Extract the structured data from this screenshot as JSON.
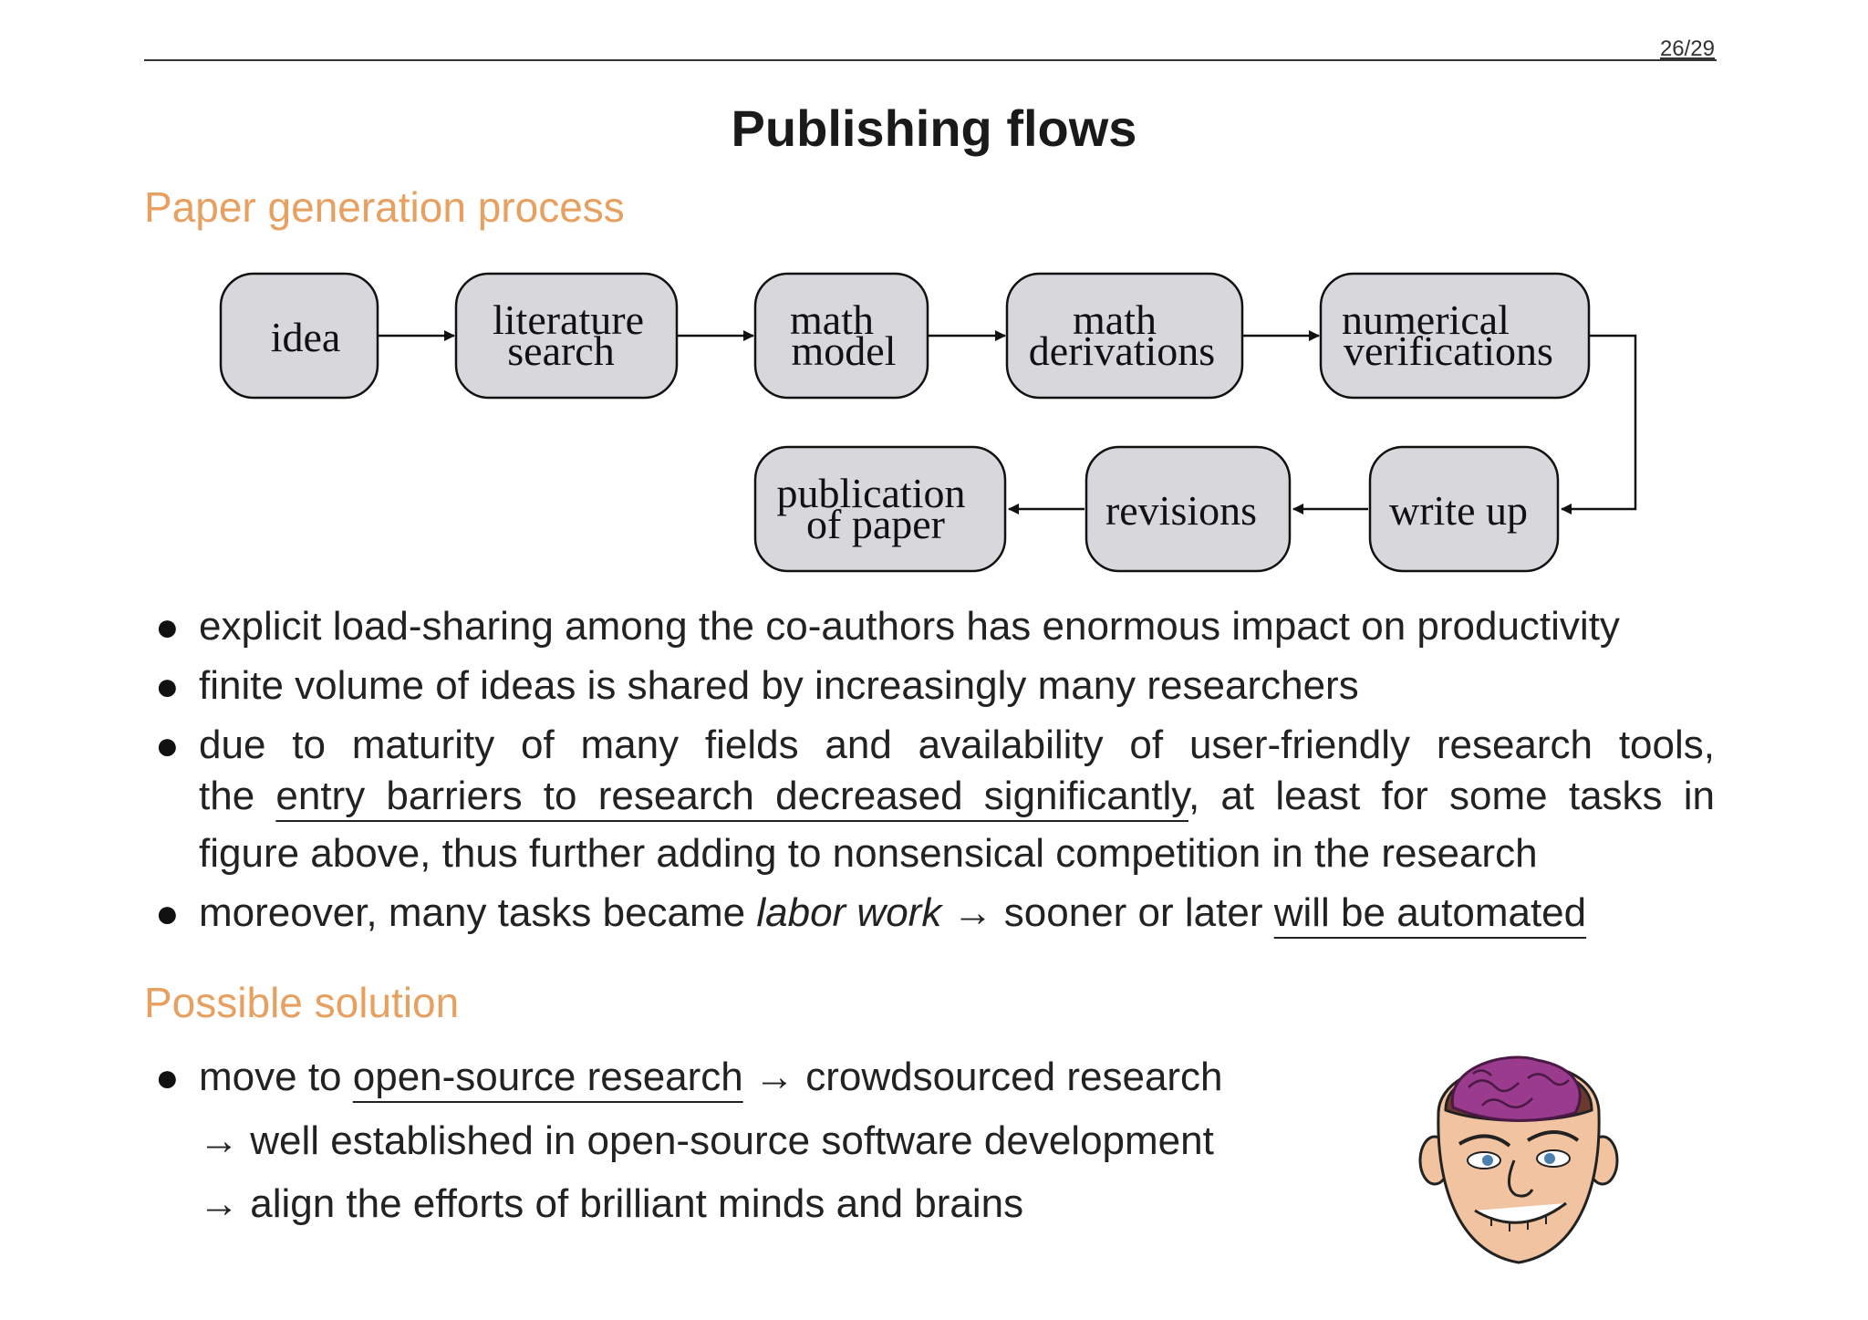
{
  "page_number": "26/29",
  "title": "Publishing flows",
  "section1": "Paper generation process",
  "flow": {
    "nodes": [
      {
        "id": "idea",
        "lines": [
          "idea"
        ]
      },
      {
        "id": "literature-search",
        "lines": [
          "literature",
          "search"
        ]
      },
      {
        "id": "math-model",
        "lines": [
          "math",
          "model"
        ]
      },
      {
        "id": "math-derivations",
        "lines": [
          "math",
          "derivations"
        ]
      },
      {
        "id": "numerical-verifications",
        "lines": [
          "numerical",
          "verifications"
        ]
      },
      {
        "id": "write-up",
        "lines": [
          "write up"
        ]
      },
      {
        "id": "revisions",
        "lines": [
          "revisions"
        ]
      },
      {
        "id": "publication-of-paper",
        "lines": [
          "publication",
          "of paper"
        ]
      }
    ],
    "edges": [
      [
        "idea",
        "literature-search"
      ],
      [
        "literature-search",
        "math-model"
      ],
      [
        "math-model",
        "math-derivations"
      ],
      [
        "math-derivations",
        "numerical-verifications"
      ],
      [
        "numerical-verifications",
        "write-up"
      ],
      [
        "write-up",
        "revisions"
      ],
      [
        "revisions",
        "publication-of-paper"
      ]
    ]
  },
  "bullets1": {
    "b1": "explicit load-sharing among the co-authors has enormous impact on productivity",
    "b2": "finite volume of ideas is shared by increasingly many researchers",
    "b3_line1": "due to maturity of many fields and availability of user-friendly research tools,",
    "b3_line2_pre": "the ",
    "b3_line2_ul": "entry barriers to research decreased significantly",
    "b3_line2_post": ", at least for some tasks in",
    "b3_line3": "figure above, thus further adding to nonsensical competition in the research",
    "b4_pre": "moreover, many tasks became ",
    "b4_em": "labor work",
    "b4_mid": " → sooner or later ",
    "b4_ul": "will be automated"
  },
  "section2": "Possible solution",
  "bullets2": {
    "b1_pre": "move to ",
    "b1_ul": "open-source research",
    "b1_post": " → crowdsourced research",
    "sub1": "→ well established in open-source software development",
    "sub2": "→ align the efforts of brilliant minds and brains"
  },
  "colors": {
    "section_heading": "#e8a060",
    "box_fill": "#d8d7dc",
    "brain": "#9a3b8e",
    "skin": "#f2c3a0"
  },
  "icons": [
    "cartoon-brain-head-icon"
  ]
}
